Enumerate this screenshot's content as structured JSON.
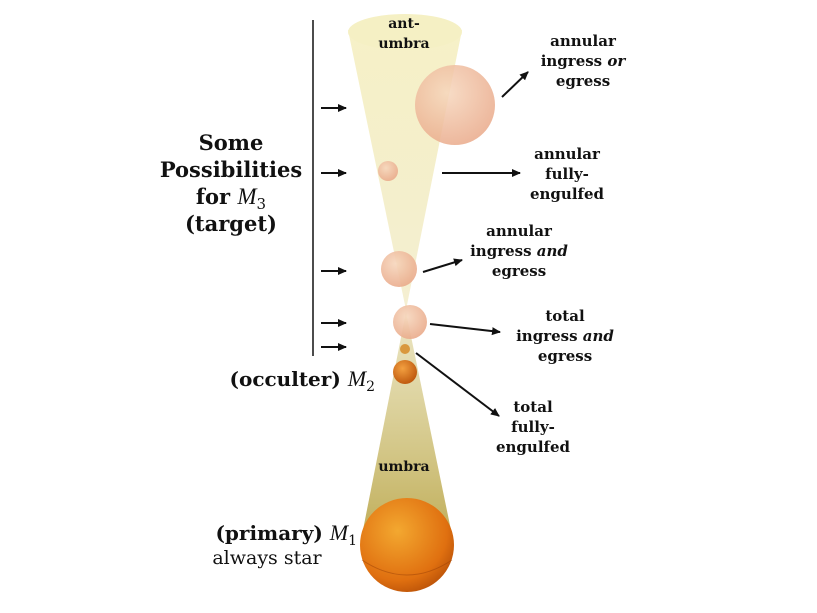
{
  "diagram": {
    "side_label": {
      "line1": "Some",
      "line2": "Possibilities",
      "line3_prefix": "for ",
      "line3_var": "M",
      "line3_sub": "3",
      "line4": "(target)"
    },
    "antumbra_label": {
      "line1": "ant-",
      "line2": "umbra"
    },
    "umbra_label": "umbra",
    "occulter_label": {
      "prefix": "(occulter) ",
      "var": "M",
      "sub": "2"
    },
    "primary_label": {
      "prefix": "(primary) ",
      "var": "M",
      "sub": "1",
      "line2": "always star"
    },
    "cases": [
      {
        "line1": "annular",
        "line2_a": "ingress ",
        "line2_b": "or",
        "line3": "egress"
      },
      {
        "line1": "annular",
        "line2": "fully-",
        "line3": "engulfed"
      },
      {
        "line1": "annular",
        "line2_a": "ingress ",
        "line2_b": "and",
        "line3": "egress"
      },
      {
        "line1": "total",
        "line2_a": "ingress ",
        "line2_b": "and",
        "line3": "egress"
      },
      {
        "line1": "total",
        "line2": "fully-",
        "line3": "engulfed"
      }
    ],
    "colors": {
      "cone_fill": "#e8e0a8",
      "umbra_fill": "#c8b866",
      "target_fill": "#f0b890",
      "star_fill": "#e8780a",
      "arrow": "#111111"
    }
  }
}
